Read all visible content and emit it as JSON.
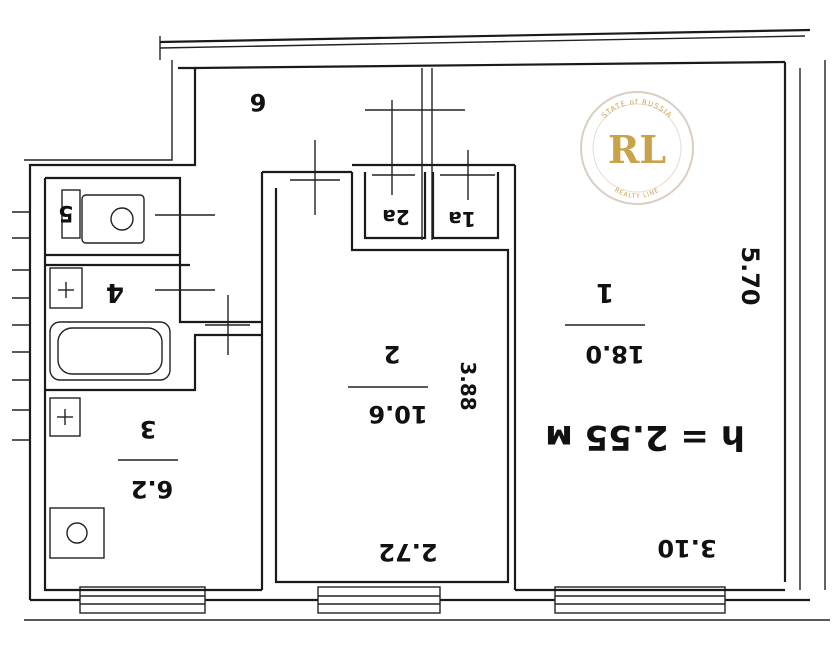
{
  "floor_plan": {
    "ceiling_height": "h = 2.55 м",
    "rooms": [
      {
        "number": "1",
        "area": "18.0"
      },
      {
        "number": "2",
        "area": "10.6"
      },
      {
        "number": "3",
        "area": "6.2"
      },
      {
        "number": "4",
        "area": ""
      },
      {
        "number": "5",
        "area": ""
      },
      {
        "number": "6",
        "area": ""
      },
      {
        "number": "1a",
        "area": ""
      },
      {
        "number": "2a",
        "area": ""
      }
    ],
    "dimensions": {
      "room1_width": "3.10",
      "room1_length": "5.70",
      "room2_width": "2.72",
      "room2_length": "3.88"
    }
  },
  "logo": {
    "monogram": "RL",
    "top_text": "STATE of RUSSIA",
    "bottom_text": "REALTY LINE",
    "colors": {
      "gold": "#c9a24a",
      "ring": "#d8cfc0"
    }
  },
  "colors": {
    "line": "#1a1a1a",
    "background": "#ffffff"
  }
}
